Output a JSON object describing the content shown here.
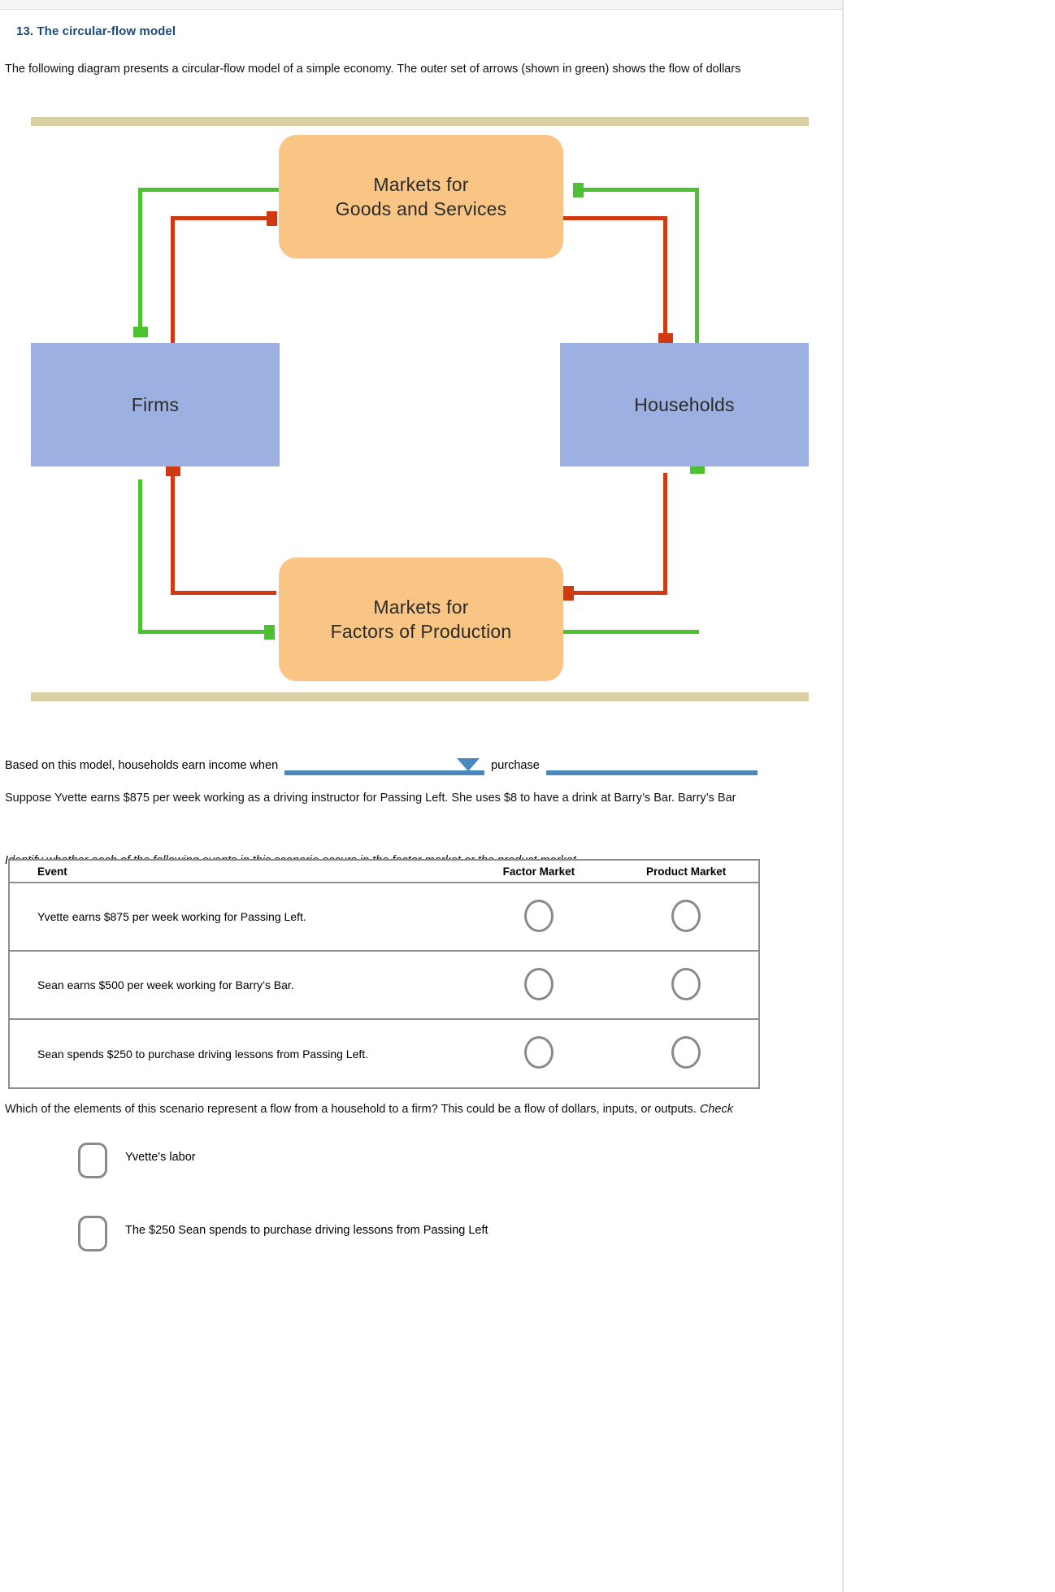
{
  "question": {
    "number_title": "13. The circular-flow model",
    "intro": "The following diagram presents a circular-flow model of a simple economy. The outer set of arrows (shown in green) shows the flow of dollars",
    "scenario": "Suppose Yvette earns $875 per week working as a driving instructor for Passing Left. She uses $8 to have a drink at Barry’s Bar. Barry’s Bar",
    "instruction_italic": "Identify whether each of the following events in this scenario occurs in the factor market or the product market.",
    "which_prompt": "Which of the elements of this scenario represent a flow from a household to a firm? This could be a flow of dollars, inputs, or outputs. ",
    "which_prompt_italic": "Check"
  },
  "diagram": {
    "nodes": {
      "goods_market": "Markets for\nGoods and Services",
      "firms": "Firms",
      "households": "Households",
      "factor_market": "Markets for\nFactors of Production"
    },
    "colors": {
      "market_box": "#f9c584",
      "sector_box": "#9cb1e2",
      "band": "#d8cfa4",
      "green_arrow": "#4cc232",
      "red_arrow": "#d03a12"
    }
  },
  "fill_sentence": {
    "lead": "Based on this model, households earn income when",
    "middle": "purchase",
    "dropdown_1_value": "",
    "dropdown_2_value": ""
  },
  "table": {
    "headers": {
      "event": "Event",
      "factor_market": "Factor Market",
      "product_market": "Product Market"
    },
    "rows": [
      {
        "event": "Yvette earns $875 per week working for Passing Left."
      },
      {
        "event": "Sean earns $500 per week working for Barry’s Bar."
      },
      {
        "event": "Sean spends $250 to purchase driving lessons from Passing Left."
      }
    ]
  },
  "choices": [
    {
      "label": "Yvette's labor"
    },
    {
      "label": "The $250 Sean spends to purchase driving lessons from Passing Left"
    }
  ]
}
